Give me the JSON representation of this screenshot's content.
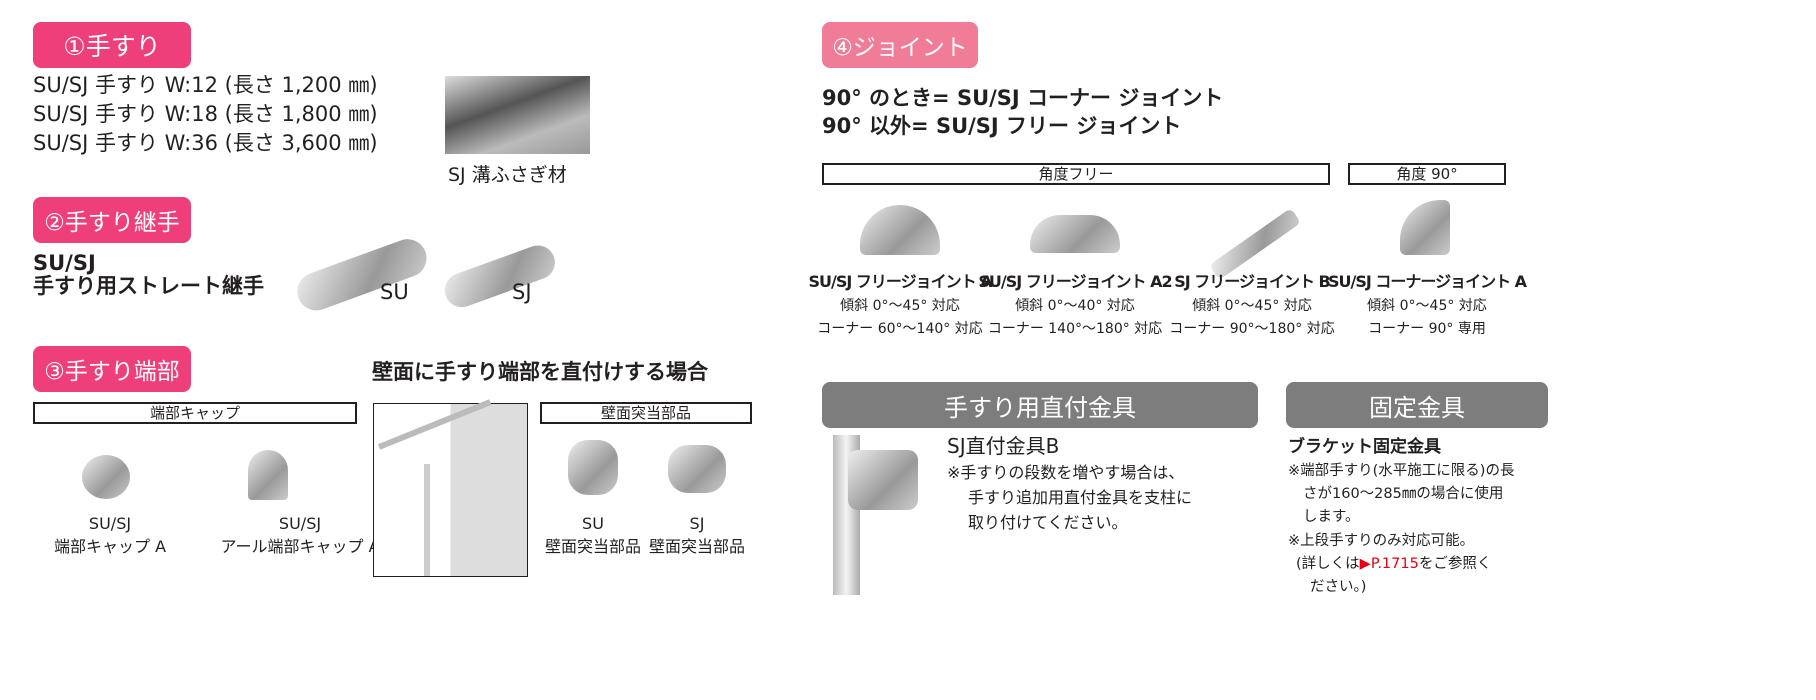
{
  "s1": {
    "badge": "①手すり",
    "lines": [
      "SU/SJ 手すり W:12 (長さ 1,200 ㎜)",
      "SU/SJ 手すり W:18 (長さ 1,800 ㎜)",
      "SU/SJ 手すり W:36 (長さ 3,600 ㎜)"
    ],
    "img_caption": "SJ 溝ふさぎ材"
  },
  "s2": {
    "badge": "②手すり継手",
    "line1": "SU/SJ",
    "line2": "手すり用ストレート継手",
    "su": "SU",
    "sj": "SJ"
  },
  "s3": {
    "badge": "③手すり端部",
    "cap_box": "端部キャップ",
    "cap1": [
      "SU/SJ",
      "端部キャップ A"
    ],
    "cap2": [
      "SU/SJ",
      "アール端部キャップ A"
    ],
    "wall_title": "壁面に手すり端部を直付けする場合",
    "wall_box": "壁面突当部品",
    "wall1": [
      "SU",
      "壁面突当部品"
    ],
    "wall2": [
      "SJ",
      "壁面突当部品"
    ]
  },
  "s4": {
    "badge": "④ジョイント",
    "line1": "90° のとき= SU/SJ コーナー ジョイント",
    "line2": "90° 以外= SU/SJ フリー ジョイント",
    "free_box": "角度フリー",
    "ninety_box": "角度 90°",
    "items": [
      {
        "name": "SU/SJ フリージョイント A",
        "spec1": "傾斜 0°～45° 対応",
        "spec2": "コーナー 60°～140° 対応"
      },
      {
        "name": "SU/SJ フリージョイント A2",
        "spec1": "傾斜 0°～40° 対応",
        "spec2": "コーナー 140°～180° 対応"
      },
      {
        "name": "SJ フリージョイント B",
        "spec1": "傾斜 0°～45° 対応",
        "spec2": "コーナー 90°～180° 対応"
      },
      {
        "name": "SU/SJ コーナージョイント A",
        "spec1": "傾斜 0°～45° 対応",
        "spec2": "コーナー 90° 専用"
      }
    ]
  },
  "s5": {
    "header": "手すり用直付金具",
    "name": "SJ直付金具B",
    "notes": [
      "※手すりの段数を増やす場合は、",
      "手すり追加用直付金具を支柱に",
      "取り付けてください。"
    ]
  },
  "s6": {
    "header": "固定金具",
    "name": "ブラケット固定金具",
    "notes": [
      "※端部手すり(水平施工に限る)の長",
      "さが160～285㎜の場合に使用",
      "します。",
      "※上段手すりのみ対応可能。"
    ],
    "ref_pre": "(詳しくは",
    "ref_link": "P.1715",
    "ref_post": "をご参照く",
    "ref_end": "ださい。)"
  },
  "colors": {
    "badge_pink": "#ee3f7a",
    "badge_pink_light": "#f07c98",
    "gray_header": "#7d7d7d",
    "link_red": "#e60012"
  }
}
